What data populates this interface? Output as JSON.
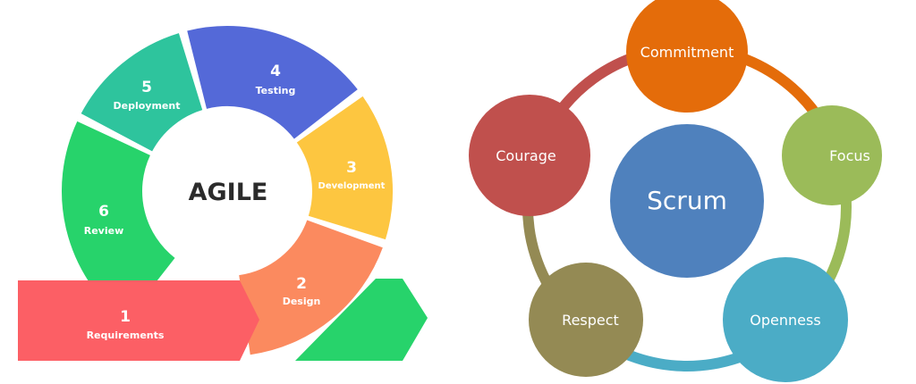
{
  "agile": {
    "center": "AGILE",
    "steps": [
      {
        "num": "1",
        "label": "Requirements",
        "color": "#fc5f65"
      },
      {
        "num": "2",
        "label": "Design",
        "color": "#fb8a5f"
      },
      {
        "num": "3",
        "label": "Development",
        "color": "#fdc640"
      },
      {
        "num": "4",
        "label": "Testing",
        "color": "#5469d8"
      },
      {
        "num": "5",
        "label": "Deployment",
        "color": "#2ec49d"
      },
      {
        "num": "6",
        "label": "Review",
        "color": "#27d36b"
      }
    ]
  },
  "scrum": {
    "center": "Scrum",
    "center_color": "#4f81bd",
    "values": [
      {
        "label": "Commitment",
        "color": "#e46c0a"
      },
      {
        "label": "Focus",
        "color": "#9bbb59"
      },
      {
        "label": "Openness",
        "color": "#4bacc6"
      },
      {
        "label": "Respect",
        "color": "#948a54"
      },
      {
        "label": "Courage",
        "color": "#c0504d"
      }
    ]
  }
}
